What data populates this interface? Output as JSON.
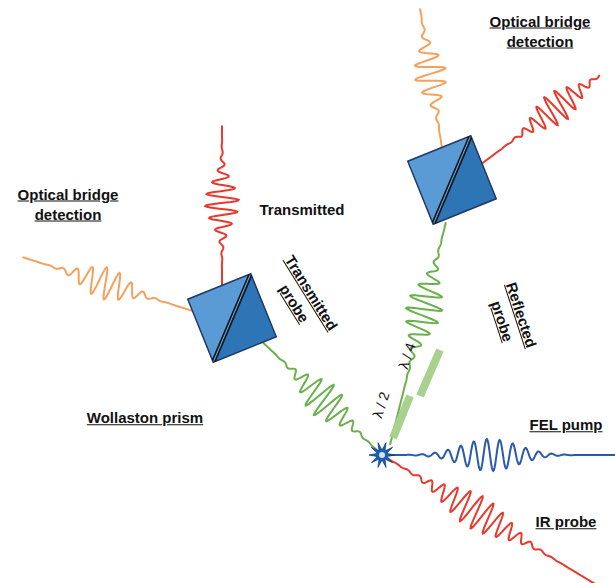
{
  "diagram": {
    "labels": [
      "Optical bridge detection",
      "Transmitted",
      "Transmitted probe",
      "Reflected probe",
      "Optical bridge detection",
      "Wollaston prism",
      "FEL pump",
      "IR probe",
      "λ / 2",
      "λ / 4"
    ]
  }
}
